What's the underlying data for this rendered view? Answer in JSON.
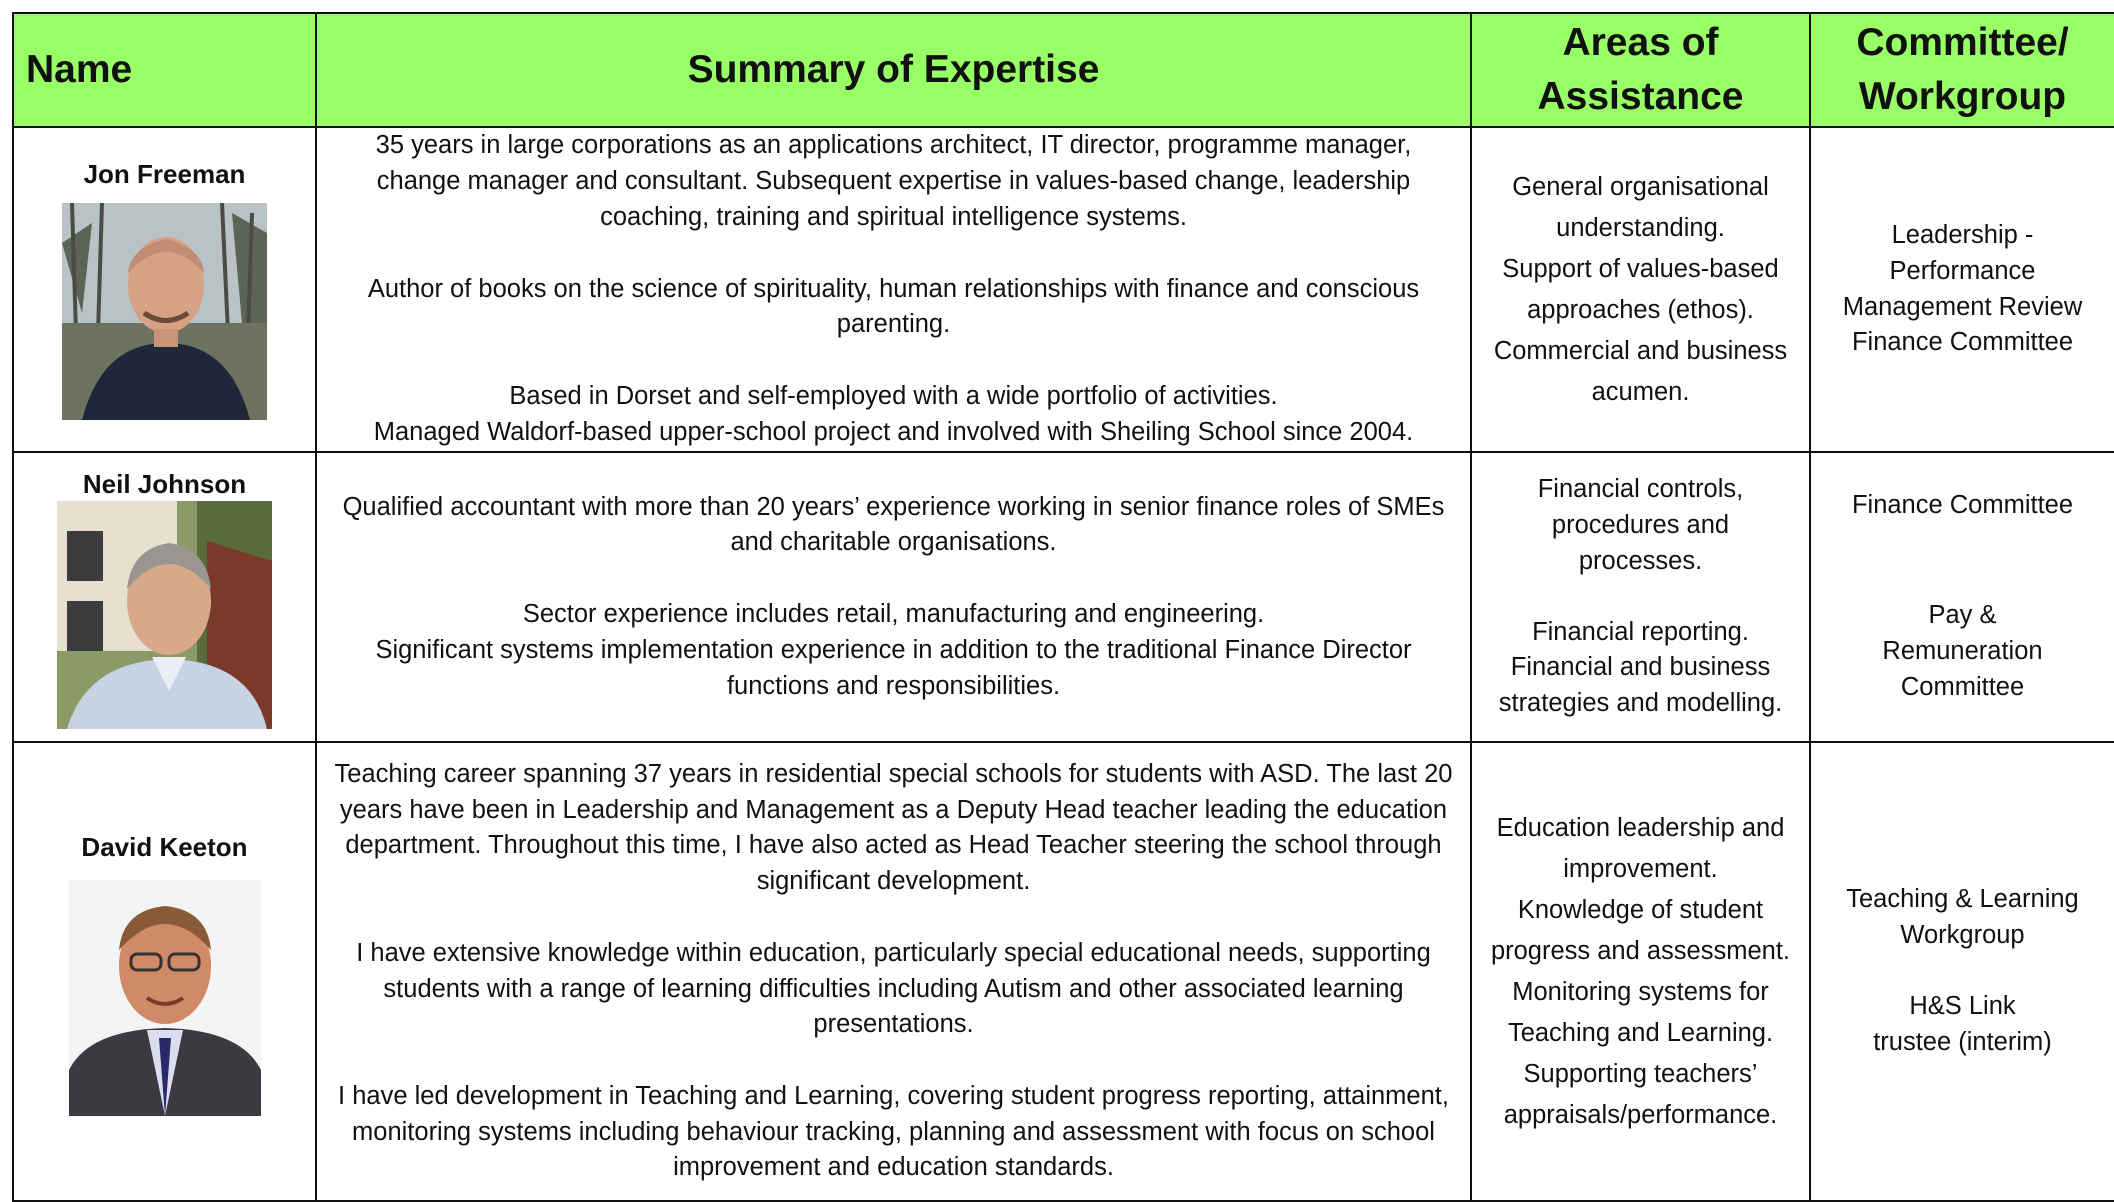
{
  "headers": {
    "name": "Name",
    "summary": "Summary of Expertise",
    "areas": "Areas of Assistance",
    "committee": "Committee/ Workgroup"
  },
  "rows": [
    {
      "name": "Jon Freeman",
      "summary": [
        "35 years in large corporations as an applications architect, IT director, programme manager, change manager and consultant.  Subsequent expertise in values-based change, leadership coaching, training and spiritual intelligence systems.",
        "Author of books on the science of spirituality, human relationships with finance and conscious parenting.",
        "Based in Dorset and self-employed with a wide portfolio of activities.",
        "Managed Waldorf-based upper-school project and involved with Sheiling School since 2004."
      ],
      "areas": [
        "General organisational understanding.",
        "Support of values-based approaches (ethos).",
        "Commercial and business acumen."
      ],
      "committee": [
        "Leadership - Performance Management Review",
        "Finance Committee"
      ]
    },
    {
      "name": "Neil Johnson",
      "summary": [
        "Qualified accountant with more than 20 years’ experience working in senior finance roles of SMEs and charitable organisations.",
        "Sector experience includes retail, manufacturing and engineering.",
        "Significant systems implementation experience in addition to the traditional Finance Director functions and responsibilities."
      ],
      "areas": [
        "Financial controls, procedures and processes.",
        "Financial reporting.",
        "Financial and business strategies and modelling."
      ],
      "committee": [
        "Finance Committee",
        "Pay & Remuneration Committee"
      ]
    },
    {
      "name": "David Keeton",
      "summary": [
        "Teaching career spanning 37 years in residential special schools for students with ASD. The last 20 years have been in Leadership and Management as a Deputy Head teacher leading the education department. Throughout this time, I have also acted as Head Teacher steering the school through significant development.",
        "I have extensive knowledge within education, particularly special educational needs, supporting students with a range of learning difficulties including Autism and other associated learning presentations.",
        "I have led development in Teaching and Learning, covering student progress reporting, attainment, monitoring systems including  behaviour tracking, planning and assessment with focus on school improvement and education standards."
      ],
      "areas": [
        "Education leadership and improvement.",
        "Knowledge of student progress and assessment.",
        "Monitoring systems for Teaching and Learning.",
        "Supporting teachers’ appraisals/performance."
      ],
      "committee": [
        "Teaching & Learning Workgroup",
        "H&S Link trustee (interim)"
      ]
    }
  ],
  "colors": {
    "header_bg": "#99ff66",
    "border": "#111111"
  }
}
